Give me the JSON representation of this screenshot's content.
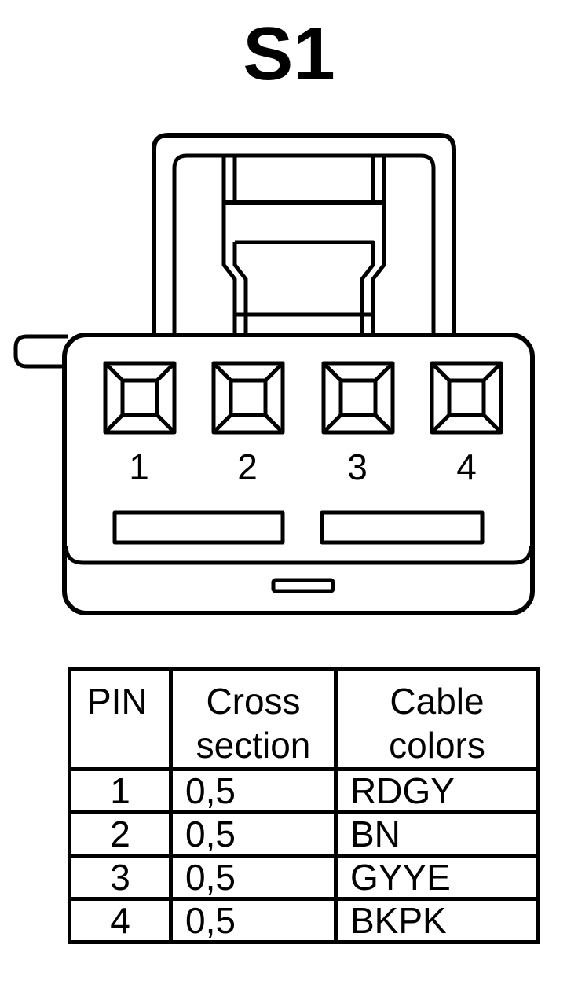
{
  "title": "S1",
  "connector": {
    "pins": [
      {
        "label": "1"
      },
      {
        "label": "2"
      },
      {
        "label": "3"
      },
      {
        "label": "4"
      }
    ]
  },
  "table": {
    "headers": [
      {
        "line1": "PIN",
        "line2": ""
      },
      {
        "line1": "Cross",
        "line2": "section"
      },
      {
        "line1": "Cable",
        "line2": "colors"
      }
    ],
    "rows": [
      {
        "pin": "1",
        "cross_section": "0,5",
        "colors": "RDGY"
      },
      {
        "pin": "2",
        "cross_section": "0,5",
        "colors": "BN"
      },
      {
        "pin": "3",
        "cross_section": "0,5",
        "colors": "GYYE"
      },
      {
        "pin": "4",
        "cross_section": "0,5",
        "colors": "BKPK"
      }
    ]
  }
}
